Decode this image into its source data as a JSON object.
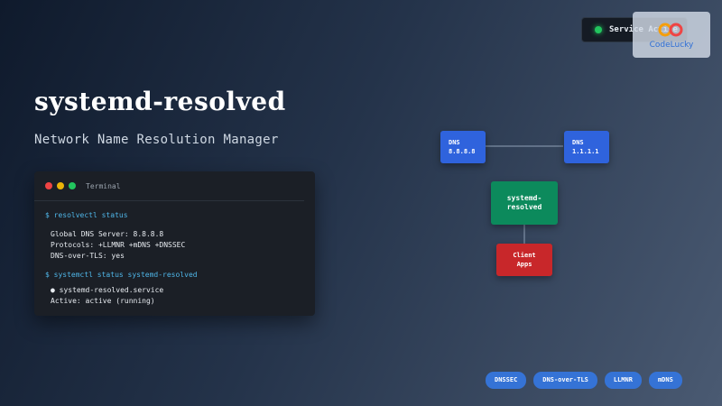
{
  "status": {
    "label": "Service Active",
    "indicator_color": "#22c55e"
  },
  "logo": {
    "text": "CodeLucky",
    "icon": "codelucky-logo-icon"
  },
  "header": {
    "title": "systemd-resolved",
    "subtitle": "Network Name Resolution Manager"
  },
  "terminal": {
    "title": "Terminal",
    "lines": {
      "cmd1": "$ resolvectl status",
      "out1": "Global DNS Server: 8.8.8.8",
      "out2": "Protocols: +LLMNR +mDNS +DNSSEC",
      "out3": "DNS-over-TLS: yes",
      "cmd2": "$ systemctl status systemd-resolved",
      "out4": "● systemd-resolved.service",
      "out5": "Active: active (running)"
    }
  },
  "diagram": {
    "dns1": {
      "label": "DNS",
      "value": "8.8.8.8"
    },
    "dns2": {
      "label": "DNS",
      "value": "1.1.1.1"
    },
    "resolver": {
      "line1": "systemd-",
      "line2": "resolved"
    },
    "client": {
      "line1": "Client",
      "line2": "Apps"
    },
    "colors": {
      "dns": "#2f63dd",
      "resolver": "#0c8a5c",
      "client": "#c8272a"
    }
  },
  "tags": [
    "DNSSEC",
    "DNS-over-TLS",
    "LLMNR",
    "mDNS"
  ]
}
